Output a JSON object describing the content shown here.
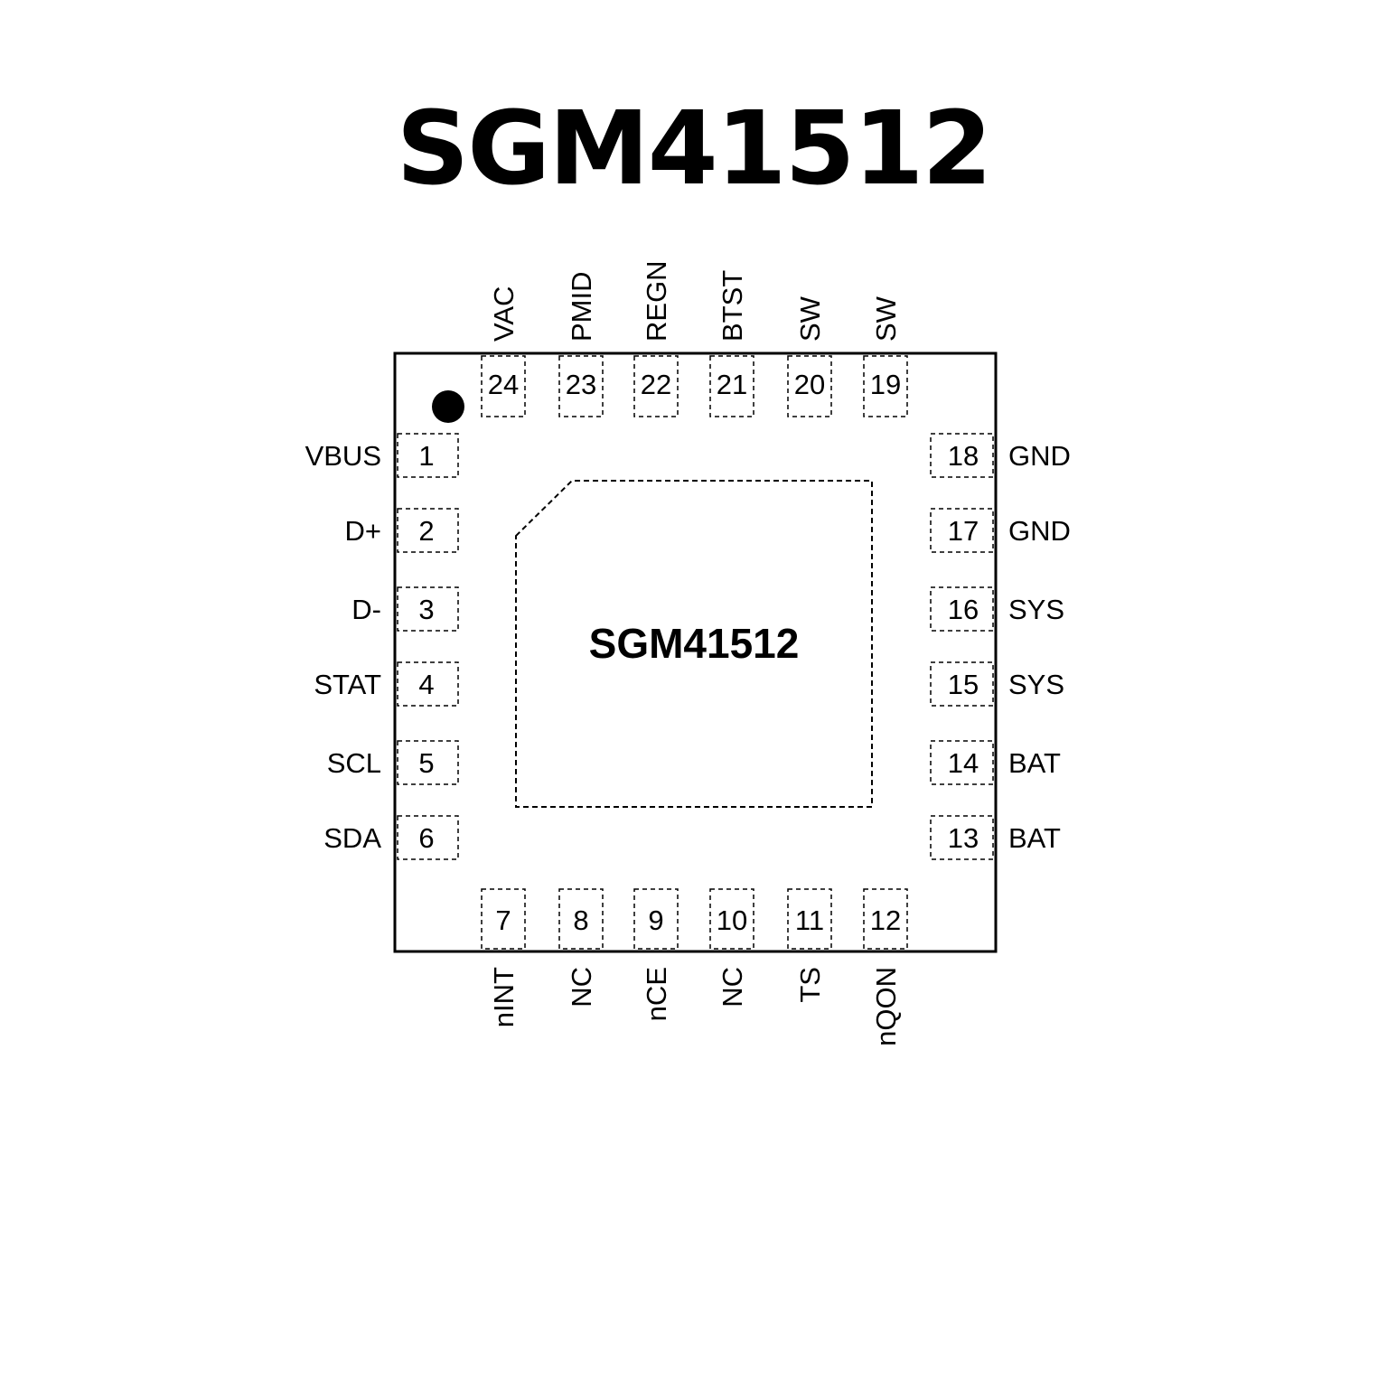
{
  "title": "SGM41512",
  "chip_label": "SGM41512",
  "pins": {
    "left": [
      {
        "num": "1",
        "name": "VBUS"
      },
      {
        "num": "2",
        "name": "D+"
      },
      {
        "num": "3",
        "name": "D-"
      },
      {
        "num": "4",
        "name": "STAT"
      },
      {
        "num": "5",
        "name": "SCL"
      },
      {
        "num": "6",
        "name": "SDA"
      }
    ],
    "bottom": [
      {
        "num": "7",
        "name": "nINT"
      },
      {
        "num": "8",
        "name": "NC"
      },
      {
        "num": "9",
        "name": "nCE"
      },
      {
        "num": "10",
        "name": "NC"
      },
      {
        "num": "11",
        "name": "TS"
      },
      {
        "num": "12",
        "name": "nQON"
      }
    ],
    "right": [
      {
        "num": "13",
        "name": "BAT"
      },
      {
        "num": "14",
        "name": "BAT"
      },
      {
        "num": "15",
        "name": "SYS"
      },
      {
        "num": "16",
        "name": "SYS"
      },
      {
        "num": "17",
        "name": "GND"
      },
      {
        "num": "18",
        "name": "GND"
      }
    ],
    "top": [
      {
        "num": "19",
        "name": "SW"
      },
      {
        "num": "20",
        "name": "SW"
      },
      {
        "num": "21",
        "name": "BTST"
      },
      {
        "num": "22",
        "name": "REGN"
      },
      {
        "num": "23",
        "name": "PMID"
      },
      {
        "num": "24",
        "name": "VAC"
      }
    ]
  }
}
